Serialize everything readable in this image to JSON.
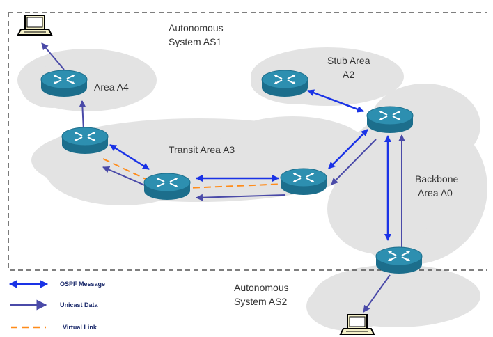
{
  "labels": {
    "as1_line1": "Autonomous",
    "as1_line2": "System AS1",
    "area_a4": "Area A4",
    "stub_line1": "Stub Area",
    "stub_line2": "A2",
    "transit": "Transit Area A3",
    "backbone_line1": "Backbone",
    "backbone_line2": "Area A0",
    "as2_line1": "Autonomous",
    "as2_line2": "System AS2"
  },
  "legend": {
    "ospf": "OSPF Message",
    "unicast": "Unicast Data",
    "virtual": "Virtual Link"
  },
  "colors": {
    "ospf": "#1a33e6",
    "unicast": "#4a4aa8",
    "virtual": "#ff8c1a",
    "cloud": "#e3e3e3",
    "router_top": "#2d8fb0",
    "router_side": "#1c6e8c"
  }
}
